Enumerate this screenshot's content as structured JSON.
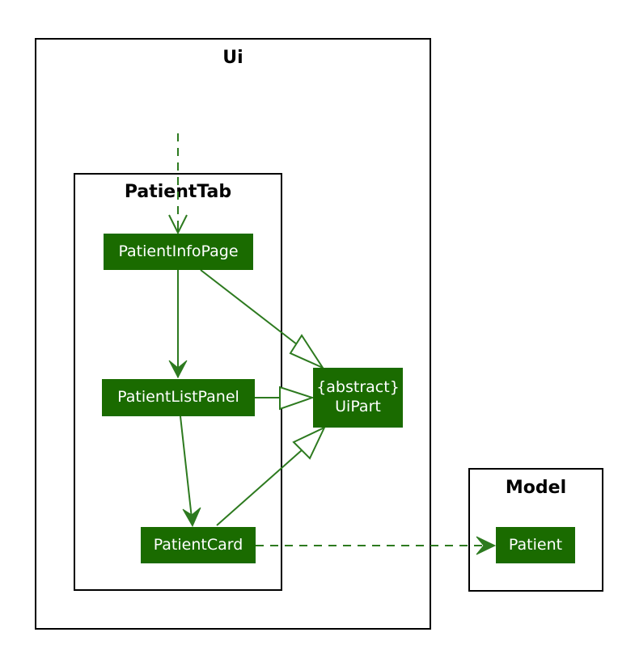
{
  "packages": {
    "ui": {
      "title": "Ui"
    },
    "patient_tab": {
      "title": "PatientTab"
    },
    "model": {
      "title": "Model"
    }
  },
  "classes": {
    "patient_info_page": {
      "label": "PatientInfoPage"
    },
    "patient_list_panel": {
      "label": "PatientListPanel"
    },
    "patient_card": {
      "label": "PatientCard"
    },
    "ui_part": {
      "stereotype": "{abstract}",
      "label": "UiPart"
    },
    "patient": {
      "label": "Patient"
    }
  },
  "colors": {
    "class_fill": "#1a6b00",
    "arrow": "#2d7a1f",
    "border": "#000000"
  }
}
